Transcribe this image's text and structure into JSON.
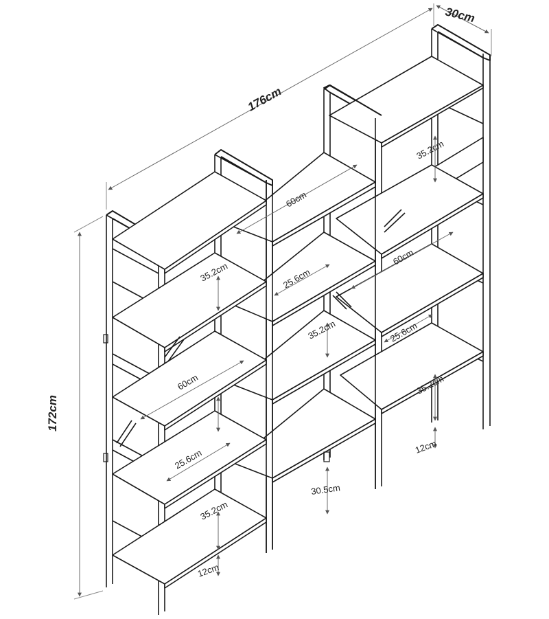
{
  "dimensions": {
    "overall_width": "176cm",
    "depth": "30cm",
    "overall_height": "172cm"
  },
  "labels": {
    "left_tier_spacing_top": "35.2cm",
    "left_shelf_width": "60cm",
    "left_tier_spacing_mid": "25.6cm",
    "left_tier_spacing_low": "35.2cm",
    "left_base_clearance": "12cm",
    "center_shelf_width": "60cm",
    "center_tier_spacing_a": "25.6cm",
    "center_tier_spacing_b": "35.2cm",
    "center_base_clearance": "30.5cm",
    "right_tier_spacing_top": "35.2cm",
    "right_shelf_width": "60cm",
    "right_tier_spacing_mid": "25.6cm",
    "right_tier_spacing_low": "35.2cm",
    "right_base_clearance": "12cm"
  }
}
